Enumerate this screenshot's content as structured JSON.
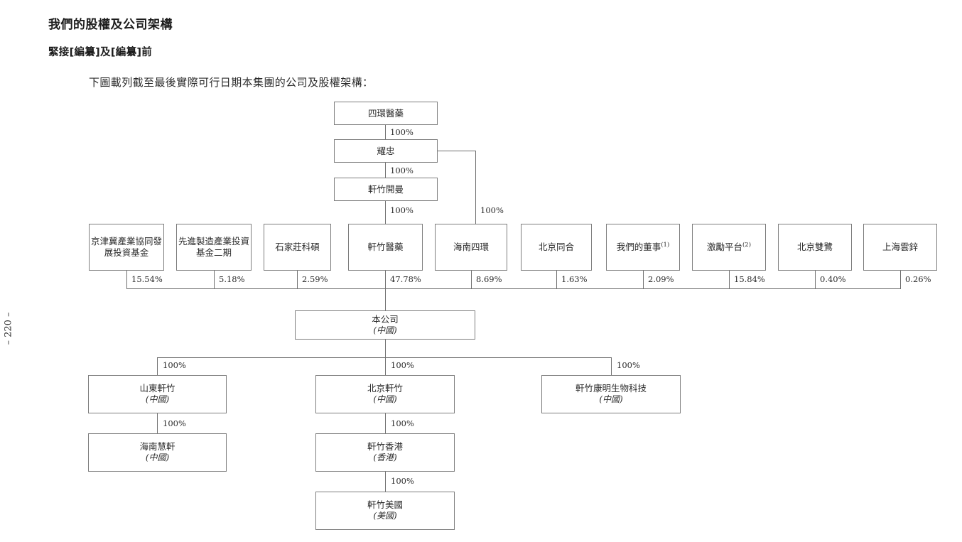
{
  "page": {
    "heading": "我們的股權及公司架構",
    "subheading": "緊接[編纂]及[編纂]前",
    "lead_text": "下圖載列截至最後實際可行日期本集團的公司及股權架構：",
    "folio": "– 220 –",
    "border_color": "#7d7d7d",
    "text_color": "#2b2b2b"
  },
  "diagram": {
    "type": "org-chart",
    "top_chain": [
      {
        "id": "sihuan",
        "name": "四環醫藥",
        "pct_to_next": "100%"
      },
      {
        "id": "yaozhong",
        "name": "耀忠",
        "pct_to_next": "100%"
      },
      {
        "id": "xuanzhu_cayman",
        "name": "軒竹開曼",
        "pct_to_next": "100%"
      }
    ],
    "branch_yaozhong_to_hainan_pct": "100%",
    "shareholders": [
      {
        "id": "jingjinji",
        "name": "京津冀產業協同發展投資基金",
        "pct": "15.54%"
      },
      {
        "id": "xianjin",
        "name": "先進製造產業投資基金二期",
        "pct": "5.18%"
      },
      {
        "id": "shijiazhuang",
        "name": "石家莊科碩",
        "pct": "2.59%"
      },
      {
        "id": "xuanzhu_yy",
        "name": "軒竹醫藥",
        "pct": "47.78%"
      },
      {
        "id": "hainan_sh",
        "name": "海南四環",
        "pct": "8.69%"
      },
      {
        "id": "beijing_th",
        "name": "北京同合",
        "pct": "1.63%"
      },
      {
        "id": "directors",
        "name": "我們的董事",
        "sup": "(1)",
        "pct": "2.09%"
      },
      {
        "id": "incentive",
        "name": "激勵平台",
        "sup": "(2)",
        "pct": "15.84%"
      },
      {
        "id": "shuanglu",
        "name": "北京雙鷺",
        "pct": "0.40%"
      },
      {
        "id": "yunxin",
        "name": "上海雲鋅",
        "pct": "0.26%"
      }
    ],
    "company": {
      "name": "本公司",
      "jurisdiction": "(中國)"
    },
    "subsidiaries": [
      {
        "id": "shandong",
        "name": "山東軒竹",
        "jurisdiction": "(中國)",
        "pct_from_parent": "100%"
      },
      {
        "id": "beijing",
        "name": "北京軒竹",
        "jurisdiction": "(中國)",
        "pct_from_parent": "100%"
      },
      {
        "id": "kangming",
        "name": "軒竹康明生物科技",
        "jurisdiction": "(中國)",
        "pct_from_parent": "100%"
      }
    ],
    "grandchildren": [
      {
        "id": "haihui",
        "name": "海南慧軒",
        "jurisdiction": "(中國)",
        "parent": "shandong",
        "pct_from_parent": "100%"
      },
      {
        "id": "hongkong",
        "name": "軒竹香港",
        "jurisdiction": "(香港)",
        "parent": "beijing",
        "pct_from_parent": "100%"
      },
      {
        "id": "usa",
        "name": "軒竹美國",
        "jurisdiction": "(美國)",
        "parent": "hongkong",
        "pct_from_parent": "100%"
      }
    ]
  }
}
